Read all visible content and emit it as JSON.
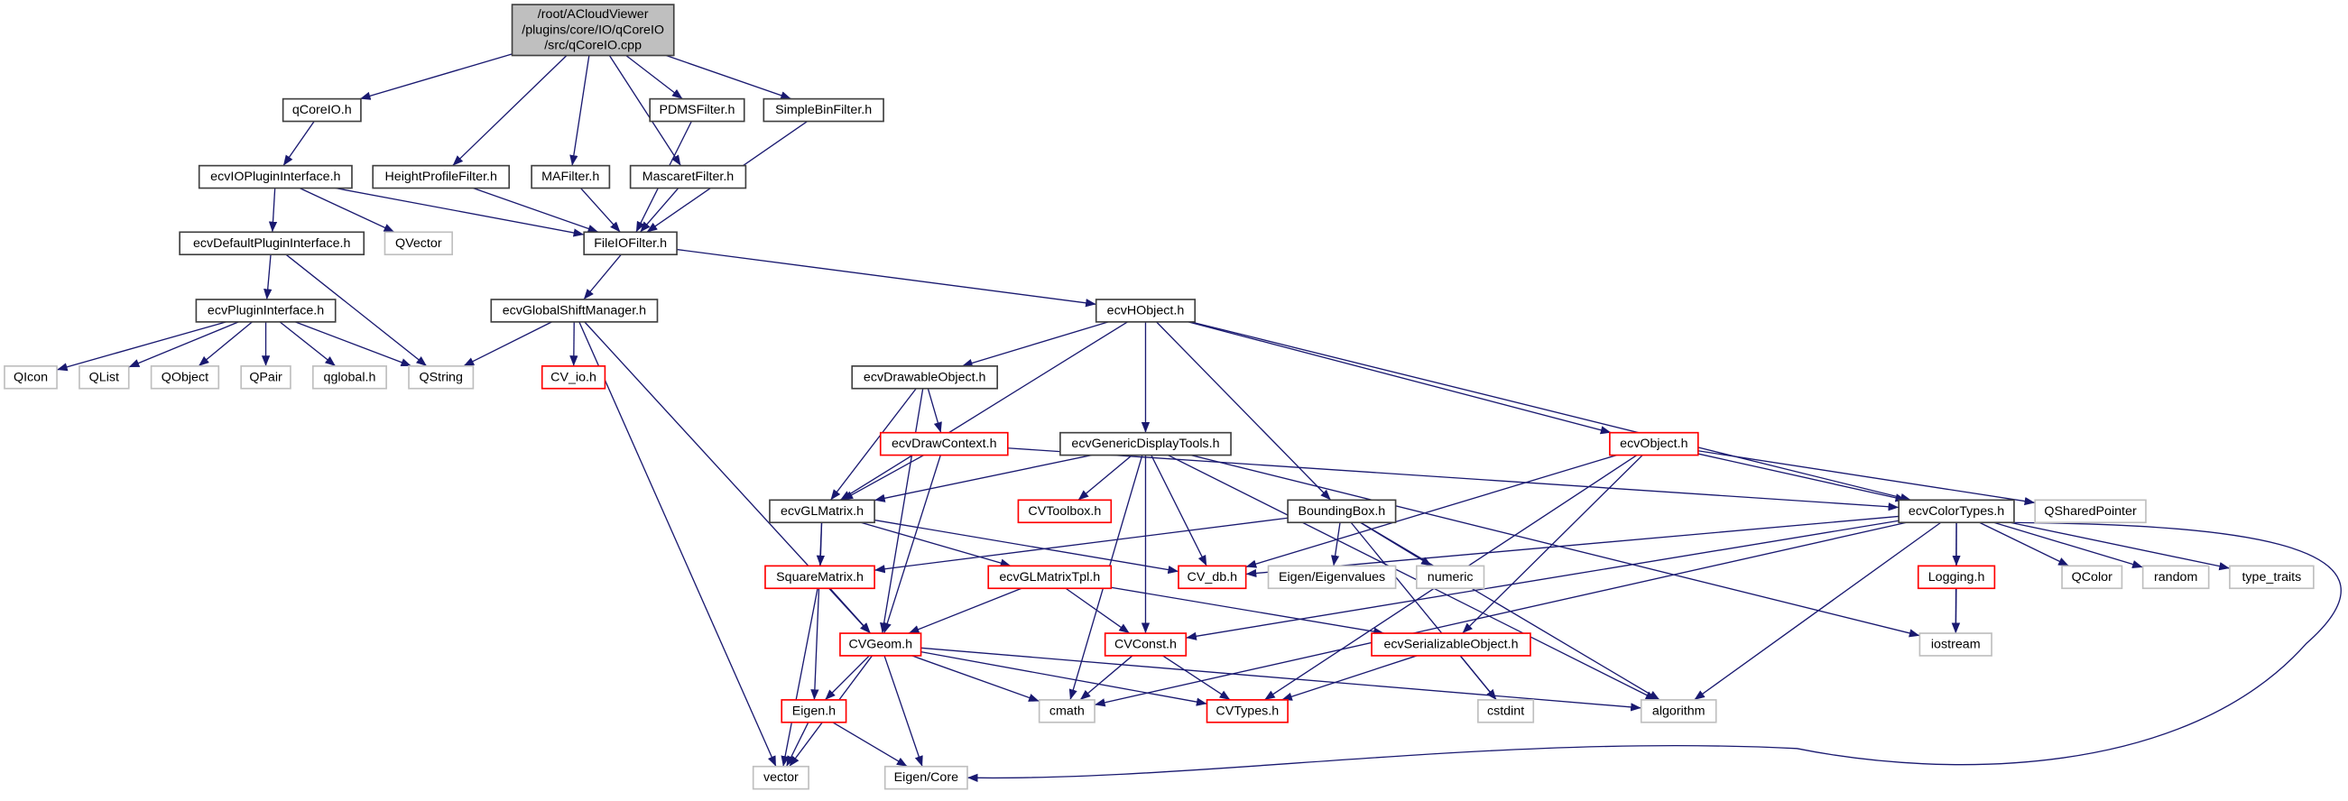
{
  "colors": {
    "edge": "#191970",
    "normal_border": "#404040",
    "truncated_border": "#ff0000",
    "external_border": "#bfbfbf",
    "root_fill": "#bfbfbf"
  },
  "nodes": [
    {
      "id": "root",
      "lines": [
        "/root/ACloudViewer",
        "/plugins/core/IO/qCoreIO",
        "/src/qCoreIO.cpp"
      ],
      "kind": "root"
    },
    {
      "id": "qCoreIO",
      "label": "qCoreIO.h",
      "kind": "normal"
    },
    {
      "id": "PDMS",
      "label": "PDMSFilter.h",
      "kind": "normal"
    },
    {
      "id": "SimpleBin",
      "label": "SimpleBinFilter.h",
      "kind": "normal"
    },
    {
      "id": "ecvIOPlugin",
      "label": "ecvIOPluginInterface.h",
      "kind": "normal"
    },
    {
      "id": "HeightProfile",
      "label": "HeightProfileFilter.h",
      "kind": "normal"
    },
    {
      "id": "MAFilter",
      "label": "MAFilter.h",
      "kind": "normal"
    },
    {
      "id": "Mascaret",
      "label": "MascaretFilter.h",
      "kind": "normal"
    },
    {
      "id": "ecvDefault",
      "label": "ecvDefaultPluginInterface.h",
      "kind": "normal"
    },
    {
      "id": "QVector",
      "label": "QVector",
      "kind": "external"
    },
    {
      "id": "FileIOFilter",
      "label": "FileIOFilter.h",
      "kind": "normal"
    },
    {
      "id": "ecvPlugin",
      "label": "ecvPluginInterface.h",
      "kind": "normal"
    },
    {
      "id": "GlobalShift",
      "label": "ecvGlobalShiftManager.h",
      "kind": "normal"
    },
    {
      "id": "HObject",
      "label": "ecvHObject.h",
      "kind": "normal"
    },
    {
      "id": "QIcon",
      "label": "QIcon",
      "kind": "external"
    },
    {
      "id": "QList",
      "label": "QList",
      "kind": "external"
    },
    {
      "id": "QObject",
      "label": "QObject",
      "kind": "external"
    },
    {
      "id": "QPair",
      "label": "QPair",
      "kind": "external"
    },
    {
      "id": "qglobal",
      "label": "qglobal.h",
      "kind": "external"
    },
    {
      "id": "QString",
      "label": "QString",
      "kind": "external"
    },
    {
      "id": "CV_io",
      "label": "CV_io.h",
      "kind": "truncated"
    },
    {
      "id": "Drawable",
      "label": "ecvDrawableObject.h",
      "kind": "normal"
    },
    {
      "id": "DrawContext",
      "label": "ecvDrawContext.h",
      "kind": "truncated"
    },
    {
      "id": "GenericDisplay",
      "label": "ecvGenericDisplayTools.h",
      "kind": "normal"
    },
    {
      "id": "ecvObject",
      "label": "ecvObject.h",
      "kind": "truncated"
    },
    {
      "id": "GLMatrix",
      "label": "ecvGLMatrix.h",
      "kind": "normal"
    },
    {
      "id": "CVToolbox",
      "label": "CVToolbox.h",
      "kind": "truncated"
    },
    {
      "id": "BoundingBox",
      "label": "BoundingBox.h",
      "kind": "normal"
    },
    {
      "id": "ColorTypes",
      "label": "ecvColorTypes.h",
      "kind": "normal"
    },
    {
      "id": "QSharedPointer",
      "label": "QSharedPointer",
      "kind": "external"
    },
    {
      "id": "SquareMatrix",
      "label": "SquareMatrix.h",
      "kind": "truncated"
    },
    {
      "id": "GLMatrixTpl",
      "label": "ecvGLMatrixTpl.h",
      "kind": "truncated"
    },
    {
      "id": "CV_db",
      "label": "CV_db.h",
      "kind": "truncated"
    },
    {
      "id": "Eigenvalues",
      "label": "Eigen/Eigenvalues",
      "kind": "external"
    },
    {
      "id": "numeric",
      "label": "numeric",
      "kind": "external"
    },
    {
      "id": "Logging",
      "label": "Logging.h",
      "kind": "truncated"
    },
    {
      "id": "QColor",
      "label": "QColor",
      "kind": "external"
    },
    {
      "id": "random",
      "label": "random",
      "kind": "external"
    },
    {
      "id": "type_traits",
      "label": "type_traits",
      "kind": "external"
    },
    {
      "id": "CVGeom",
      "label": "CVGeom.h",
      "kind": "truncated"
    },
    {
      "id": "CVConst",
      "label": "CVConst.h",
      "kind": "truncated"
    },
    {
      "id": "Serializable",
      "label": "ecvSerializableObject.h",
      "kind": "truncated"
    },
    {
      "id": "iostream",
      "label": "iostream",
      "kind": "external"
    },
    {
      "id": "EigenH",
      "label": "Eigen.h",
      "kind": "truncated"
    },
    {
      "id": "cmath",
      "label": "cmath",
      "kind": "external"
    },
    {
      "id": "CVTypes",
      "label": "CVTypes.h",
      "kind": "truncated"
    },
    {
      "id": "cstdint",
      "label": "cstdint",
      "kind": "external"
    },
    {
      "id": "algorithm",
      "label": "algorithm",
      "kind": "external"
    },
    {
      "id": "vector",
      "label": "vector",
      "kind": "external"
    },
    {
      "id": "EigenCore",
      "label": "Eigen/Core",
      "kind": "external"
    }
  ],
  "edges": [
    [
      "root",
      "qCoreIO"
    ],
    [
      "root",
      "HeightProfile"
    ],
    [
      "root",
      "MAFilter"
    ],
    [
      "root",
      "Mascaret"
    ],
    [
      "root",
      "PDMS"
    ],
    [
      "root",
      "SimpleBin"
    ],
    [
      "qCoreIO",
      "ecvIOPlugin"
    ],
    [
      "ecvIOPlugin",
      "ecvDefault"
    ],
    [
      "ecvIOPlugin",
      "QVector"
    ],
    [
      "ecvIOPlugin",
      "FileIOFilter"
    ],
    [
      "HeightProfile",
      "FileIOFilter"
    ],
    [
      "MAFilter",
      "FileIOFilter"
    ],
    [
      "Mascaret",
      "FileIOFilter"
    ],
    [
      "PDMS",
      "FileIOFilter"
    ],
    [
      "SimpleBin",
      "FileIOFilter"
    ],
    [
      "ecvDefault",
      "ecvPlugin"
    ],
    [
      "ecvDefault",
      "QString"
    ],
    [
      "ecvPlugin",
      "QIcon"
    ],
    [
      "ecvPlugin",
      "QList"
    ],
    [
      "ecvPlugin",
      "QObject"
    ],
    [
      "ecvPlugin",
      "QPair"
    ],
    [
      "ecvPlugin",
      "qglobal"
    ],
    [
      "ecvPlugin",
      "QString"
    ],
    [
      "FileIOFilter",
      "GlobalShift"
    ],
    [
      "FileIOFilter",
      "HObject"
    ],
    [
      "GlobalShift",
      "QString"
    ],
    [
      "GlobalShift",
      "CV_io"
    ],
    [
      "GlobalShift",
      "vector"
    ],
    [
      "GlobalShift",
      "CVGeom"
    ],
    [
      "HObject",
      "GLMatrix"
    ],
    [
      "HObject",
      "Drawable"
    ],
    [
      "HObject",
      "GenericDisplay"
    ],
    [
      "HObject",
      "BoundingBox"
    ],
    [
      "HObject",
      "ecvObject"
    ],
    [
      "HObject",
      "ColorTypes"
    ],
    [
      "Drawable",
      "GLMatrix"
    ],
    [
      "Drawable",
      "CVGeom"
    ],
    [
      "Drawable",
      "DrawContext"
    ],
    [
      "DrawContext",
      "GLMatrix"
    ],
    [
      "DrawContext",
      "CVGeom"
    ],
    [
      "DrawContext",
      "ColorTypes"
    ],
    [
      "GenericDisplay",
      "GLMatrix"
    ],
    [
      "GenericDisplay",
      "cmath"
    ],
    [
      "GenericDisplay",
      "CVToolbox"
    ],
    [
      "GenericDisplay",
      "CVConst"
    ],
    [
      "GenericDisplay",
      "CV_db"
    ],
    [
      "GenericDisplay",
      "algorithm"
    ],
    [
      "GenericDisplay",
      "iostream"
    ],
    [
      "GLMatrix",
      "SquareMatrix"
    ],
    [
      "GLMatrix",
      "GLMatrixTpl"
    ],
    [
      "GLMatrix",
      "CV_db"
    ],
    [
      "GLMatrix",
      "EigenH"
    ],
    [
      "BoundingBox",
      "SquareMatrix"
    ],
    [
      "BoundingBox",
      "Eigenvalues"
    ],
    [
      "BoundingBox",
      "numeric"
    ],
    [
      "BoundingBox",
      "cstdint"
    ],
    [
      "BoundingBox",
      "algorithm"
    ],
    [
      "ecvObject",
      "CV_db"
    ],
    [
      "ecvObject",
      "ColorTypes"
    ],
    [
      "ecvObject",
      "QSharedPointer"
    ],
    [
      "ecvObject",
      "Serializable"
    ],
    [
      "ecvObject",
      "CVTypes"
    ],
    [
      "ColorTypes",
      "CV_db"
    ],
    [
      "ColorTypes",
      "CVConst"
    ],
    [
      "ColorTypes",
      "Logging"
    ],
    [
      "ColorTypes",
      "iostream"
    ],
    [
      "ColorTypes",
      "QColor"
    ],
    [
      "ColorTypes",
      "random"
    ],
    [
      "ColorTypes",
      "type_traits"
    ],
    [
      "ColorTypes",
      "algorithm"
    ],
    [
      "ColorTypes",
      "cmath"
    ],
    [
      "ColorTypes",
      "EigenCore"
    ],
    [
      "SquareMatrix",
      "CVGeom"
    ],
    [
      "SquareMatrix",
      "vector"
    ],
    [
      "GLMatrixTpl",
      "CVGeom"
    ],
    [
      "GLMatrixTpl",
      "CVConst"
    ],
    [
      "GLMatrixTpl",
      "Serializable"
    ],
    [
      "CVGeom",
      "EigenH"
    ],
    [
      "CVGeom",
      "vector"
    ],
    [
      "CVGeom",
      "EigenCore"
    ],
    [
      "CVGeom",
      "cmath"
    ],
    [
      "CVGeom",
      "CVTypes"
    ],
    [
      "CVGeom",
      "algorithm"
    ],
    [
      "CVConst",
      "cmath"
    ],
    [
      "CVConst",
      "CVTypes"
    ],
    [
      "Serializable",
      "CVTypes"
    ],
    [
      "Serializable",
      "cstdint"
    ],
    [
      "EigenH",
      "vector"
    ],
    [
      "EigenH",
      "EigenCore"
    ],
    [
      "Logging",
      "iostream"
    ]
  ]
}
